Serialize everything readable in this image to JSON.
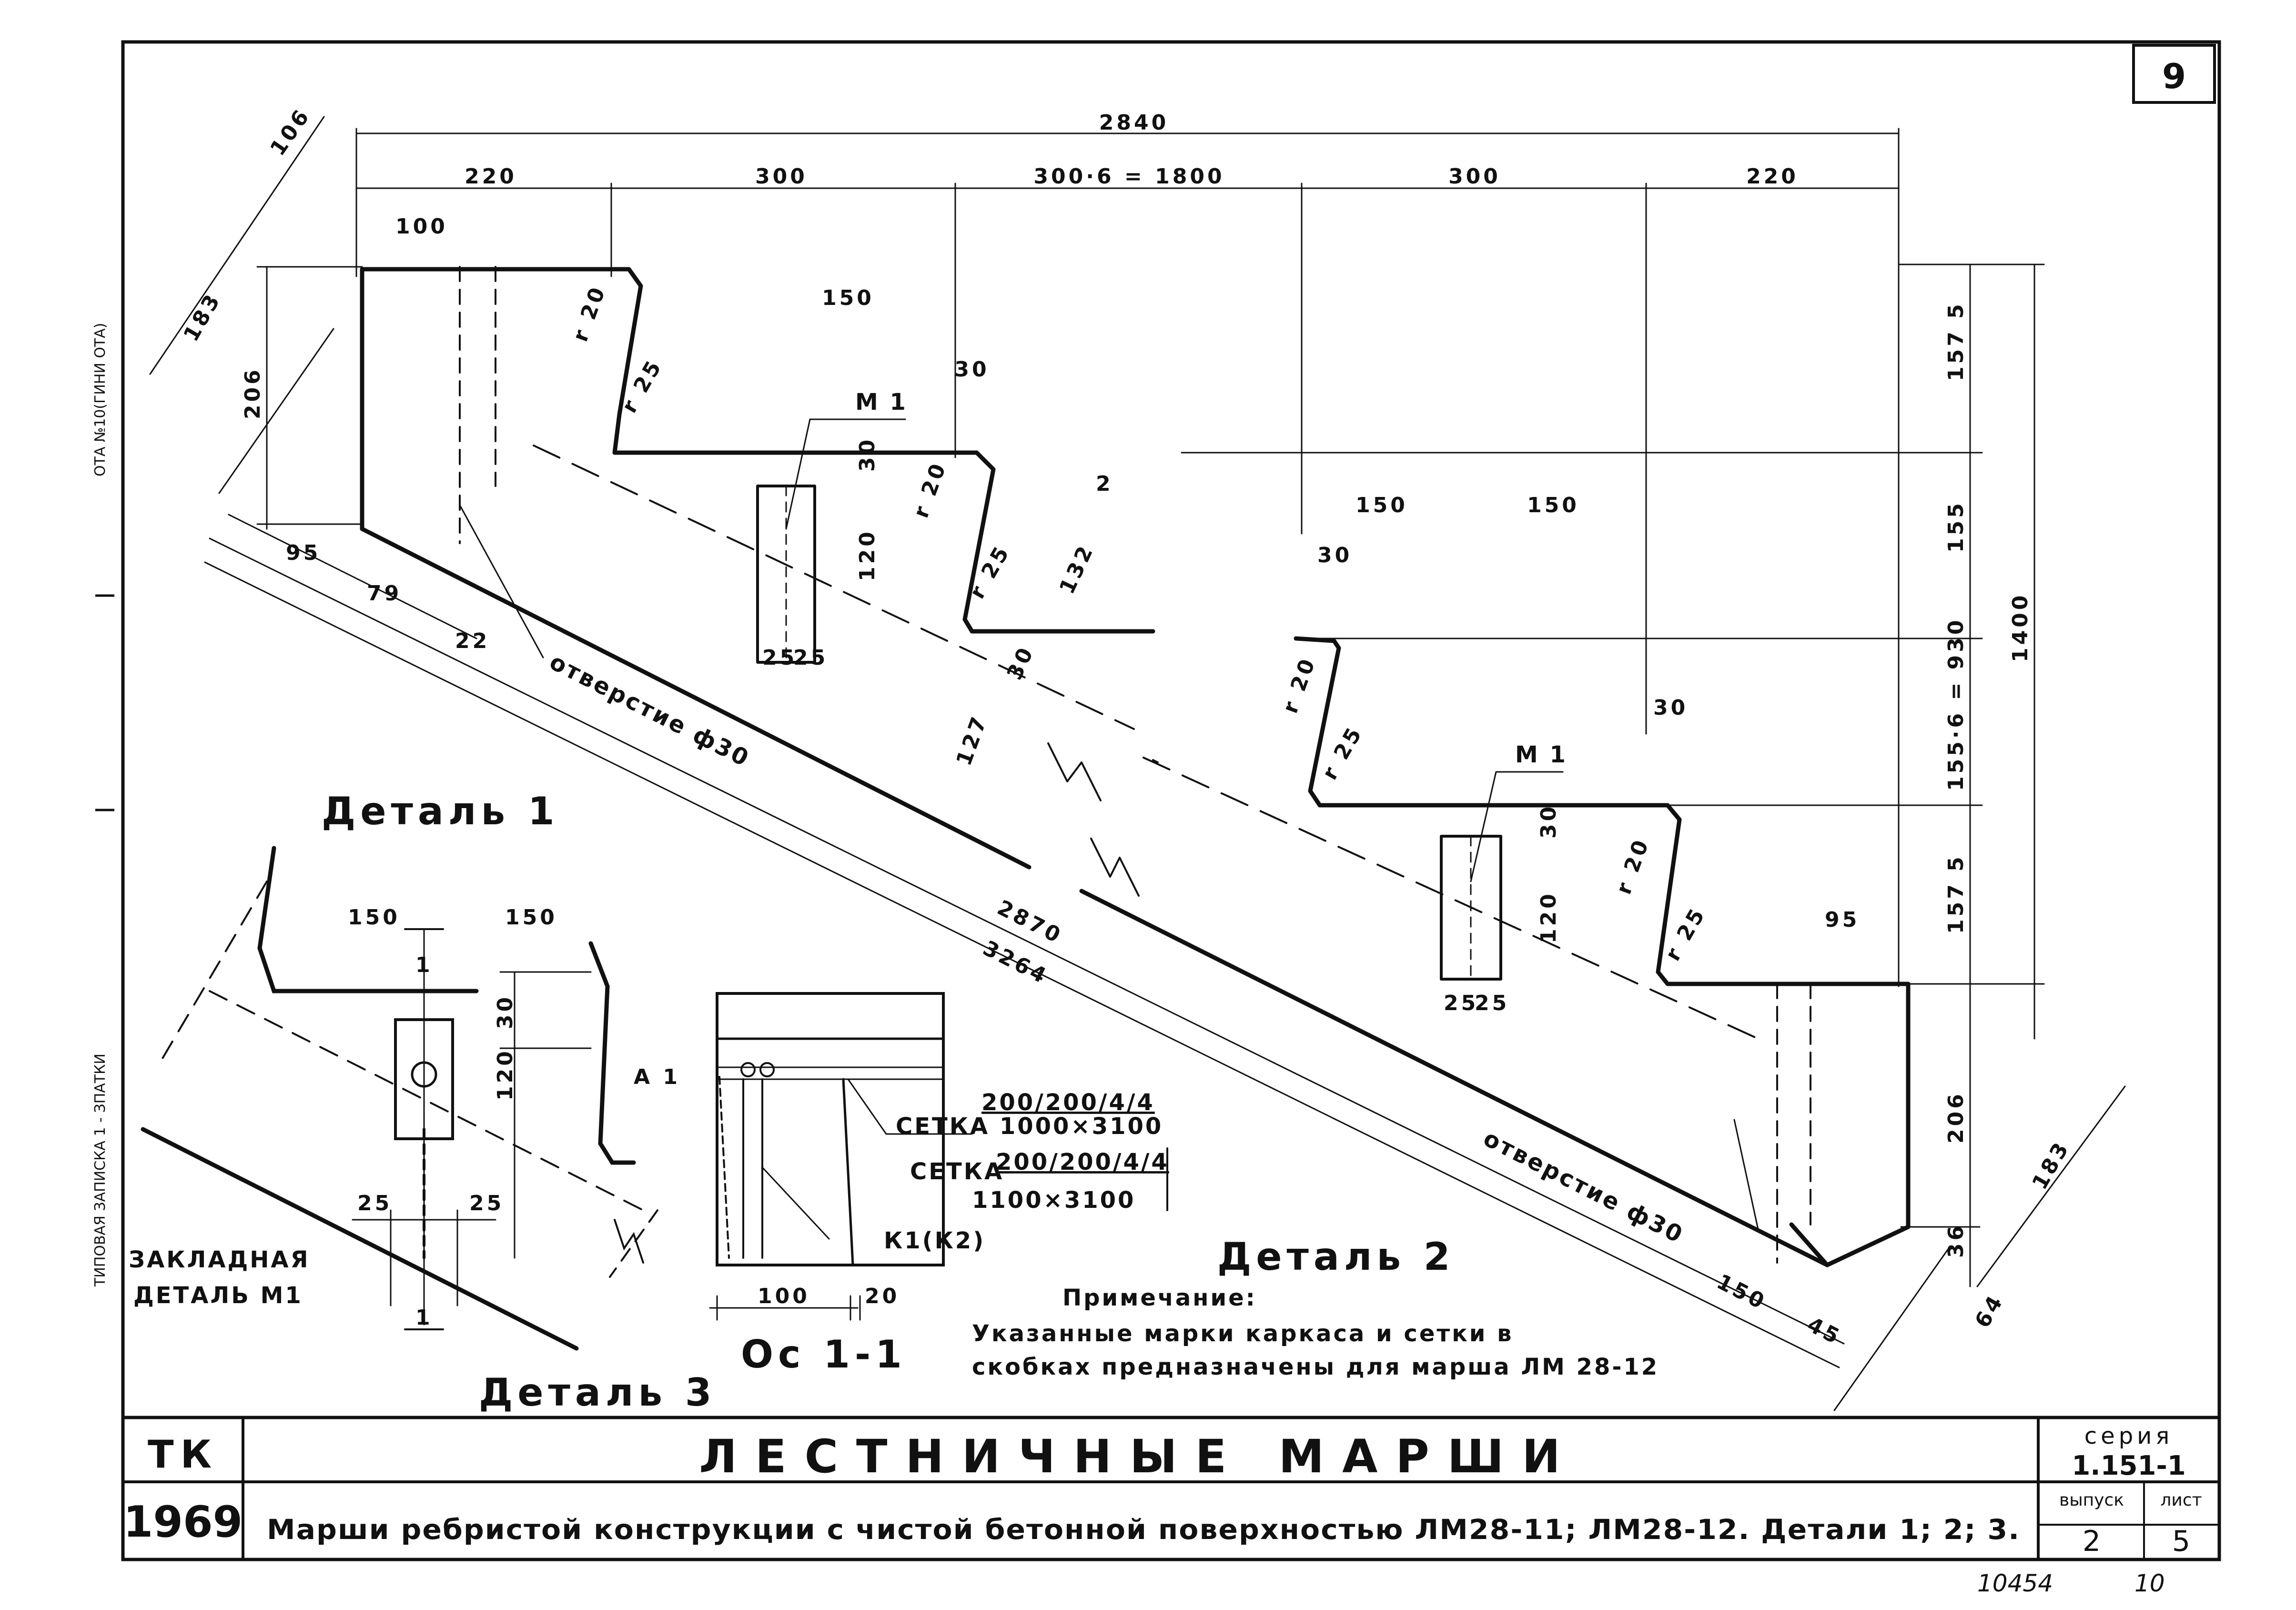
{
  "sheet_number": "9",
  "top_dims": {
    "overall": "2840",
    "segments": [
      "220",
      "300",
      "300·6 = 1800",
      "300",
      "220"
    ],
    "left_106": "106",
    "left_100": "100",
    "left_183": "183",
    "left_206": "206",
    "left_95": "95",
    "left_79": "79",
    "left_22": "22"
  },
  "step_dims": {
    "d150_a": "150",
    "d30_a": "30",
    "d30_b": "30",
    "d120_a": "120",
    "d25_a": "25",
    "d25_b": "25",
    "d132": "132",
    "d30_c": "30",
    "d127": "127",
    "r20_a": "r 20",
    "r25_a": "r 25",
    "r20_b": "r 20",
    "r25_b": "r 25",
    "d2": "2",
    "d150_b": "150",
    "d150_c": "150",
    "d30_d": "30",
    "r20_c": "r 20",
    "r25_c": "r 25",
    "d30_e": "30",
    "d30_f": "30",
    "d120_b": "120",
    "d25_c": "25",
    "d25_d": "25",
    "r20_d": "r 20",
    "r25_d": "r 25",
    "d95_b": "95"
  },
  "right_dims": {
    "d157_5_top": "157 5",
    "d155": "155",
    "d155x6": "155·6 = 930",
    "d1400": "1400",
    "d157_5_bot": "157 5",
    "d206": "206",
    "d36": "36",
    "d183": "183",
    "d64": "64",
    "d150": "150",
    "d45": "45"
  },
  "labels": {
    "m1_a": "М 1",
    "m1_b": "М 1",
    "hole_a": "отверстие ф30",
    "hole_b": "отверстие ф30",
    "len_2870": "2870",
    "len_3264": "3264",
    "detail1": "Деталь 1",
    "detail2": "Деталь 2",
    "detail3": "Деталь 3",
    "embedded": "ЗАКЛАДНАЯ",
    "embedded2": "ДЕТАЛЬ М1",
    "section": "Ос 1-1",
    "sec_marker": "1",
    "d1_150": "150",
    "d1_150b": "150",
    "d1_25a": "25",
    "d1_25b": "25",
    "d1_30": "30",
    "d1_120": "120",
    "sec_100": "100",
    "sec_20": "20",
    "sec_a1": "А 1",
    "mesh1": "200/200/4/4",
    "mesh1b": "СЕТКА 1000×3100",
    "mesh2": "200/200/4/4",
    "mesh2a": "СЕТКА",
    "mesh2b": "1100×3100",
    "frame": "К1(К2)",
    "note_title": "Примечание:",
    "note_line1": "Указанные марки каркаса и сетки в",
    "note_line2": "скобках предназначены для марша ЛМ 28-12"
  },
  "side_text": {
    "upper": "ОТА №10(ГИНИ ОТА)",
    "lower": "ТИПОВАЯ ЗАПИСКА 1 - ЗПАТКИ"
  },
  "title_block": {
    "org": "ТК",
    "year": "1969",
    "title": "ЛЕСТНИЧНЫЕ МАРШИ",
    "subtitle": "Марши ребристой конструкции с чистой бетонной поверхностью ЛМ28-11; ЛМ28-12. Детали 1; 2; 3.",
    "series_label": "серия",
    "series_value": "1.151-1",
    "issue_label": "выпуск",
    "issue_value": "2",
    "sheet_label": "лист",
    "sheet_value": "5"
  },
  "footer": {
    "inventory": "10454",
    "page": "10"
  }
}
